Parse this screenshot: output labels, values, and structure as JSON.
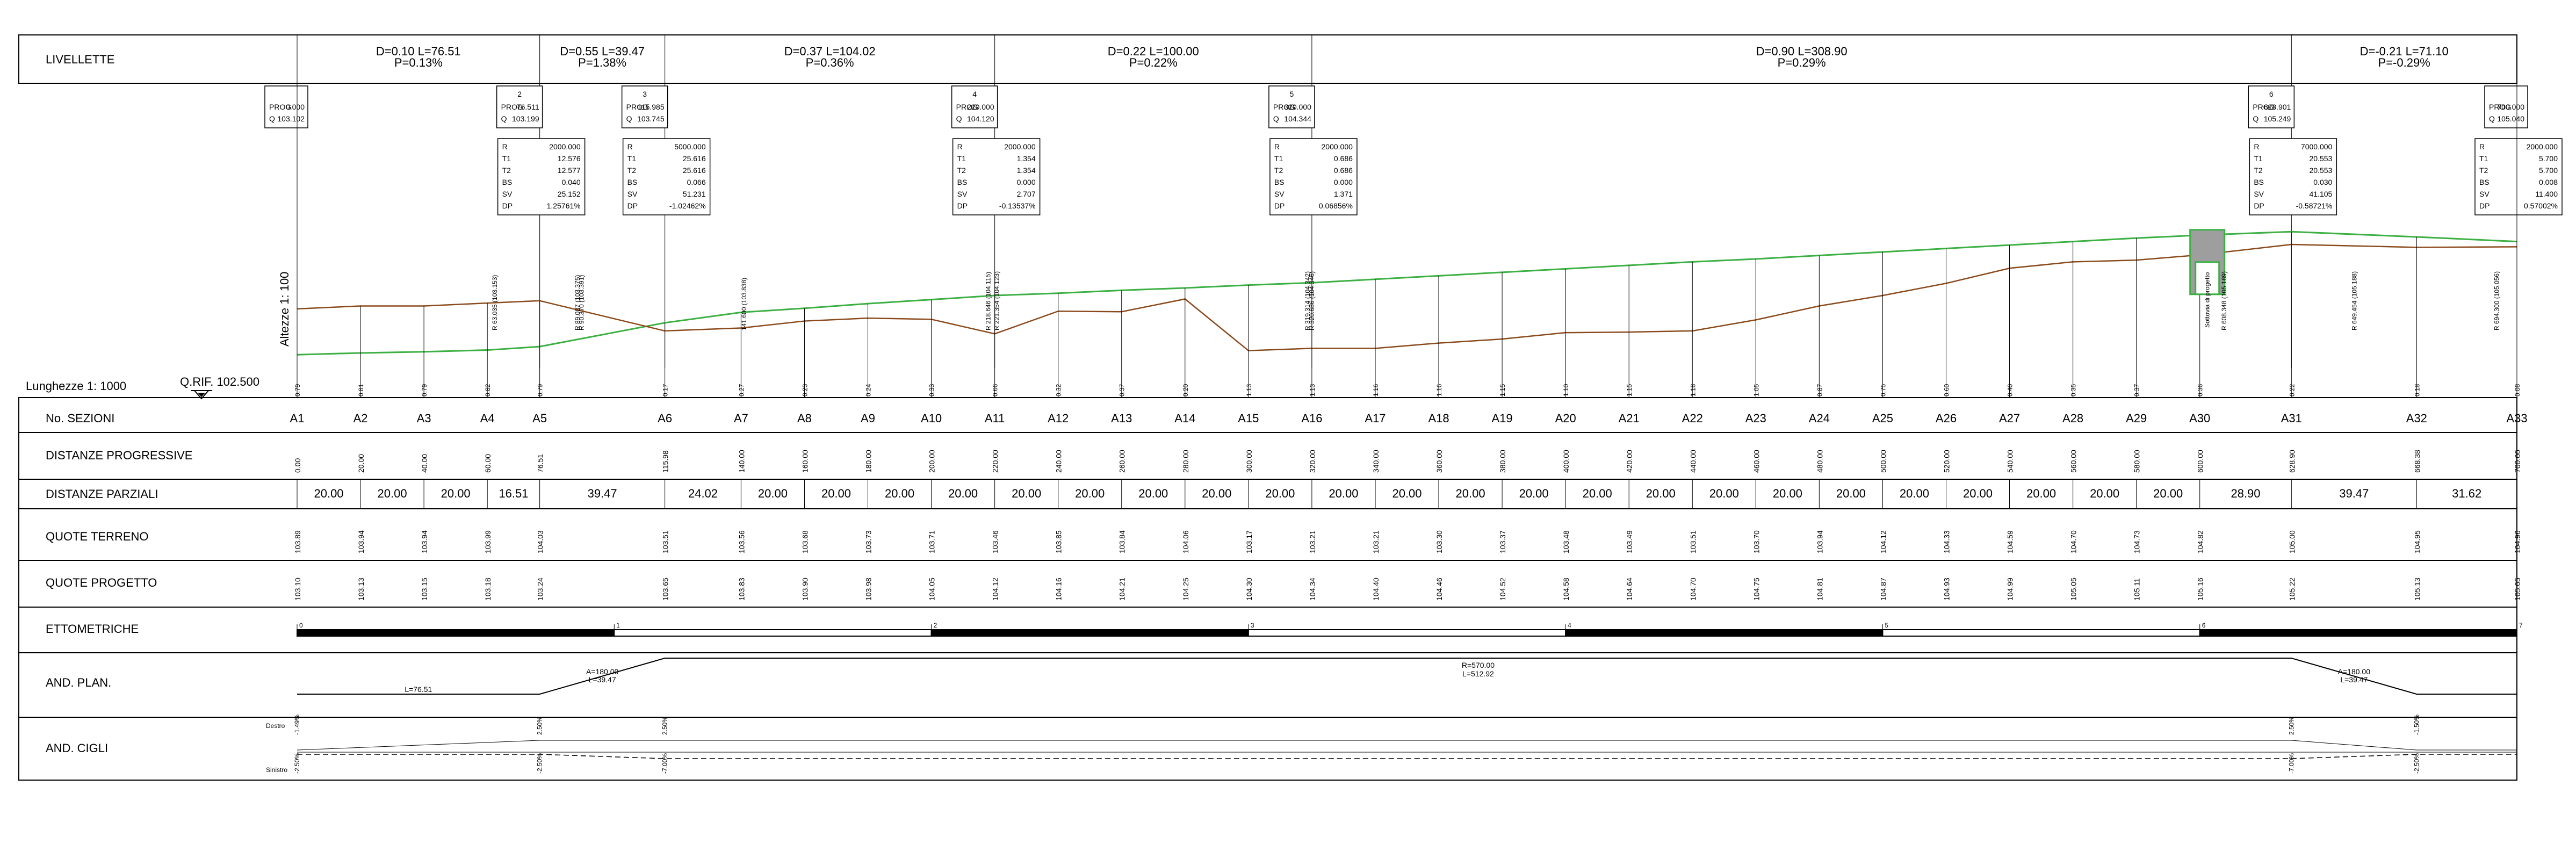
{
  "rows": {
    "livellette": "LIVELLETTE",
    "sezioni": "No. SEZIONI",
    "progressive": "DISTANZE PROGRESSIVE",
    "parziali": "DISTANZE PARZIALI",
    "terreno": "QUOTE TERRENO",
    "progetto": "QUOTE PROGETTO",
    "ettometriche": "ETTOMETRICHE",
    "plan": "AND. PLAN.",
    "cigli": "AND. CIGLI"
  },
  "scales": {
    "heights": "Altezze 1: 100",
    "lengths": "Lunghezze 1: 1000",
    "qrif": "Q.RIF. 102.500"
  },
  "grades": [
    {
      "d": "D=0.10 L=76.51",
      "p": "P=0.13%"
    },
    {
      "d": "D=0.55 L=39.47",
      "p": "P=1.38%"
    },
    {
      "d": "D=0.37 L=104.02",
      "p": "P=0.36%"
    },
    {
      "d": "D=0.22 L=100.00",
      "p": "P=0.22%"
    },
    {
      "d": "D=0.90 L=308.90",
      "p": "P=0.29%"
    },
    {
      "d": "D=-0.21 L=71.10",
      "p": "P=-0.29%"
    }
  ],
  "vertices": [
    {
      "num": "",
      "prog": "0.000",
      "q": "103.102"
    },
    {
      "num": "2",
      "prog": "76.511",
      "q": "103.199"
    },
    {
      "num": "3",
      "prog": "115.985",
      "q": "103.745"
    },
    {
      "num": "4",
      "prog": "220.000",
      "q": "104.120"
    },
    {
      "num": "5",
      "prog": "320.000",
      "q": "104.344"
    },
    {
      "num": "6",
      "prog": "628.901",
      "q": "105.249"
    },
    {
      "num": "",
      "prog": "700.000",
      "q": "105.040"
    }
  ],
  "vertical_curves": [
    {
      "R": "2000.000",
      "T1": "12.576",
      "T2": "12.577",
      "BS": "0.040",
      "SV": "25.152",
      "DP": "1.25761%"
    },
    {
      "R": "5000.000",
      "T1": "25.616",
      "T2": "25.616",
      "BS": "0.066",
      "SV": "51.231",
      "DP": "-1.02462%"
    },
    {
      "R": "2000.000",
      "T1": "1.354",
      "T2": "1.354",
      "BS": "0.000",
      "SV": "2.707",
      "DP": "-0.13537%"
    },
    {
      "R": "2000.000",
      "T1": "0.686",
      "T2": "0.686",
      "BS": "0.000",
      "SV": "1.371",
      "DP": "0.06856%"
    },
    {
      "R": "7000.000",
      "T1": "20.553",
      "T2": "20.553",
      "BS": "0.030",
      "SV": "41.105",
      "DP": "-0.58721%"
    },
    {
      "R": "2000.000",
      "T1": "5.700",
      "T2": "5.700",
      "BS": "0.008",
      "SV": "11.400",
      "DP": "0.57002%"
    }
  ],
  "profile_notes": [
    "R  63.035  (103.153)",
    "R  89.087  (103.375)",
    "R  90.370  (103.391)",
    "141.600  (103.838)",
    "R  218.646  (104.115)",
    "R  221.354  (104.123)",
    "R  319.314  (104.342)",
    "R  320.686  (104.346)",
    "Sottovia di progetto",
    "R  608.348  (105.189)",
    "R  649.454  (105.188)",
    "R  694.300  (105.056)"
  ],
  "section_tick_values": [
    "0.79",
    "0.81",
    "0.79",
    "0.82",
    "0.79",
    "0.17",
    "0.27",
    "0.23",
    "0.24",
    "0.33",
    "0.66",
    "0.32",
    "0.37",
    "0.20",
    "1.13",
    "1.13",
    "1.16",
    "1.16",
    "1.15",
    "1.10",
    "1.15",
    "1.18",
    "1.05",
    "0.87",
    "0.75",
    "0.60",
    "0.40",
    "0.35",
    "0.37",
    "0.36",
    "0.22",
    "0.18",
    "0.08"
  ],
  "sections": [
    "A1",
    "A2",
    "A3",
    "A4",
    "A5",
    "A6",
    "A7",
    "A8",
    "A9",
    "A10",
    "A11",
    "A12",
    "A13",
    "A14",
    "A15",
    "A16",
    "A17",
    "A18",
    "A19",
    "A20",
    "A21",
    "A22",
    "A23",
    "A24",
    "A25",
    "A26",
    "A27",
    "A28",
    "A29",
    "A30",
    "A31",
    "A32",
    "A33"
  ],
  "progressive": [
    "0.00",
    "20.00",
    "40.00",
    "60.00",
    "76.51",
    "115.98",
    "140.00",
    "160.00",
    "180.00",
    "200.00",
    "220.00",
    "240.00",
    "260.00",
    "280.00",
    "300.00",
    "320.00",
    "340.00",
    "360.00",
    "380.00",
    "400.00",
    "420.00",
    "440.00",
    "460.00",
    "480.00",
    "500.00",
    "520.00",
    "540.00",
    "560.00",
    "580.00",
    "600.00",
    "628.90",
    "668.38",
    "700.00"
  ],
  "parziali": [
    "20.00",
    "20.00",
    "20.00",
    "16.51",
    "39.47",
    "24.02",
    "20.00",
    "20.00",
    "20.00",
    "20.00",
    "20.00",
    "20.00",
    "20.00",
    "20.00",
    "20.00",
    "20.00",
    "20.00",
    "20.00",
    "20.00",
    "20.00",
    "20.00",
    "20.00",
    "20.00",
    "20.00",
    "20.00",
    "20.00",
    "20.00",
    "20.00",
    "20.00",
    "28.90",
    "39.47",
    "31.62"
  ],
  "terreno": [
    "103.89",
    "103.94",
    "103.94",
    "103.99",
    "104.03",
    "103.51",
    "103.56",
    "103.68",
    "103.73",
    "103.71",
    "103.46",
    "103.85",
    "103.84",
    "104.06",
    "103.17",
    "103.21",
    "103.21",
    "103.30",
    "103.37",
    "103.48",
    "103.49",
    "103.51",
    "103.70",
    "103.94",
    "104.12",
    "104.33",
    "104.59",
    "104.70",
    "104.73",
    "104.82",
    "105.00",
    "104.95",
    "104.96"
  ],
  "progetto": [
    "103.10",
    "103.13",
    "103.15",
    "103.18",
    "103.24",
    "103.65",
    "103.83",
    "103.90",
    "103.98",
    "104.05",
    "104.12",
    "104.16",
    "104.21",
    "104.25",
    "104.30",
    "104.34",
    "104.40",
    "104.46",
    "104.52",
    "104.58",
    "104.64",
    "104.70",
    "104.75",
    "104.81",
    "104.87",
    "104.93",
    "104.99",
    "105.05",
    "105.11",
    "105.16",
    "105.22",
    "105.13",
    "105.05"
  ],
  "ettometriche": [
    "0",
    "1",
    "2",
    "3",
    "4",
    "5",
    "6",
    "7"
  ],
  "plan": {
    "straight": "L=76.51",
    "a1": "A=180.00",
    "l1": "L=39.47",
    "r": "R=570.00",
    "l2": "L=512.92",
    "a2": "A=180.00",
    "l3": "L=39.47"
  },
  "cigli": {
    "destro": "Destro",
    "sinistro": "Sinistro",
    "d_vals": [
      "-1.49%",
      "2.50%",
      "2.50%",
      "2.50%",
      "-1.50%"
    ],
    "s_vals": [
      "-2.50%",
      "-2.50%",
      "-7.00%",
      "-7.00%",
      "-2.50%"
    ]
  },
  "colors": {
    "design_line": "#3cb043",
    "ground_line": "#8b4a1c",
    "ink": "#000000"
  }
}
